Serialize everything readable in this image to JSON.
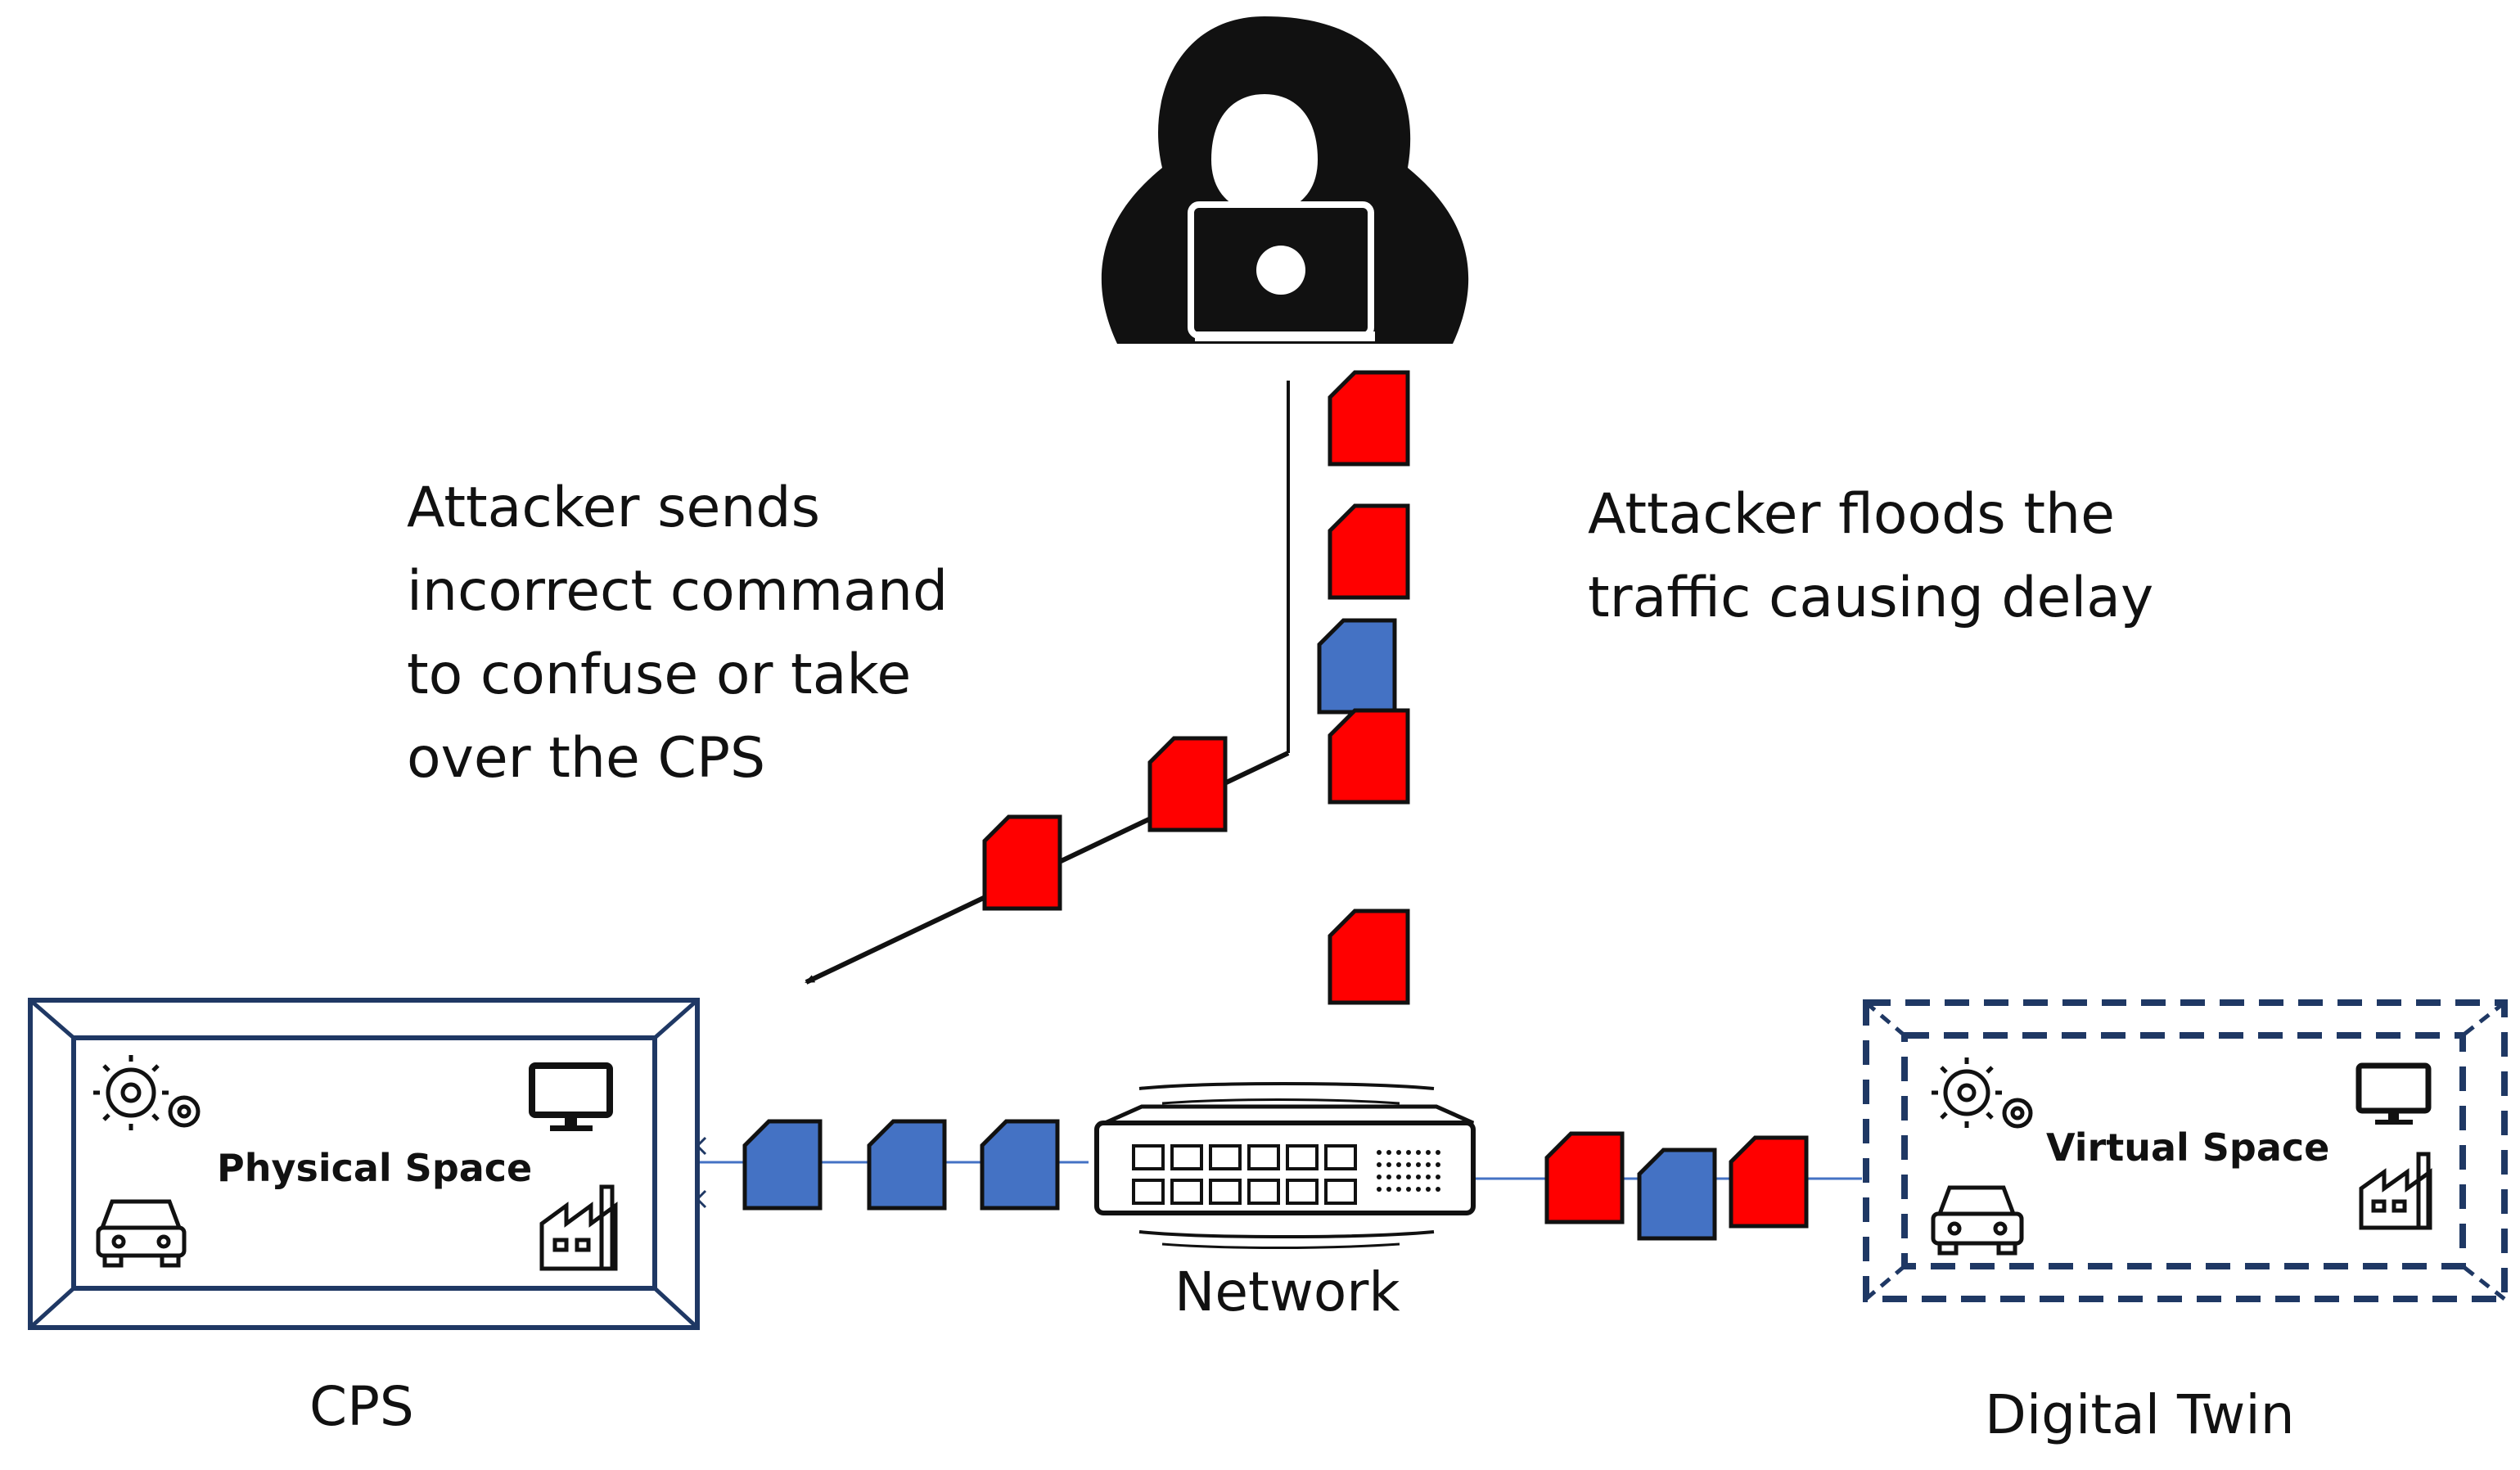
{
  "annotations": {
    "attacker_command": [
      "Attacker sends",
      "incorrect command",
      "to confuse or take",
      "over the CPS"
    ],
    "attacker_flood": [
      "Attacker floods the",
      "traffic causing delay"
    ]
  },
  "nodes": {
    "cps": {
      "label": "CPS",
      "inner_label": "Physical Space"
    },
    "network": {
      "label": "Network"
    },
    "digital_twin": {
      "label": "Digital Twin",
      "inner_label": "Virtual Space"
    }
  },
  "packets": {
    "colors": {
      "malicious": "#ff0000",
      "legit": "#4472c4"
    },
    "flood_column": [
      "malicious",
      "malicious",
      "legit",
      "malicious",
      "malicious"
    ],
    "attack_path": [
      "malicious",
      "malicious"
    ],
    "cps_to_network": [
      "legit",
      "legit",
      "legit"
    ],
    "network_to_twin": [
      "malicious",
      "legit",
      "malicious"
    ]
  },
  "icons": [
    "hacker-icon",
    "gears-icon",
    "monitor-icon",
    "car-icon",
    "factory-icon",
    "network-switch-icon"
  ]
}
